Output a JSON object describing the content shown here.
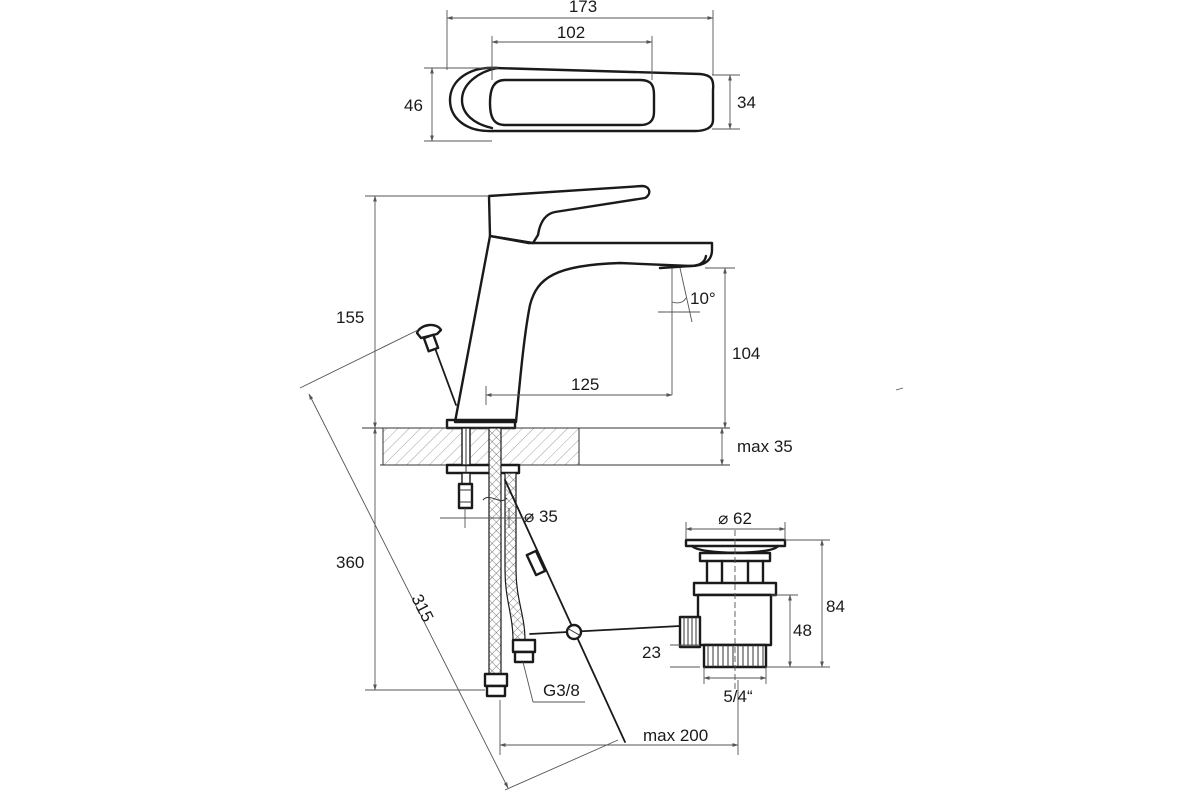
{
  "top_view": {
    "width_total": "173",
    "width_handle": "102",
    "height_base": "46",
    "height_handle": "34"
  },
  "side_view": {
    "height_faucet": "155",
    "angle": "10°",
    "spout_height": "104",
    "spout_reach": "125",
    "max_thickness": "max 35",
    "hole_diameter": "⌀ 35",
    "total_height": "360",
    "rod_length": "315",
    "thread": "G3/8",
    "max_rod": "max 200"
  },
  "drain": {
    "diameter": "⌀ 62",
    "height_total": "84",
    "height_body": "48",
    "offset": "23",
    "thread": "5/4“"
  },
  "colors": {
    "line": "#1a1a1a",
    "dimension": "#555555",
    "hatch": "#888888"
  }
}
